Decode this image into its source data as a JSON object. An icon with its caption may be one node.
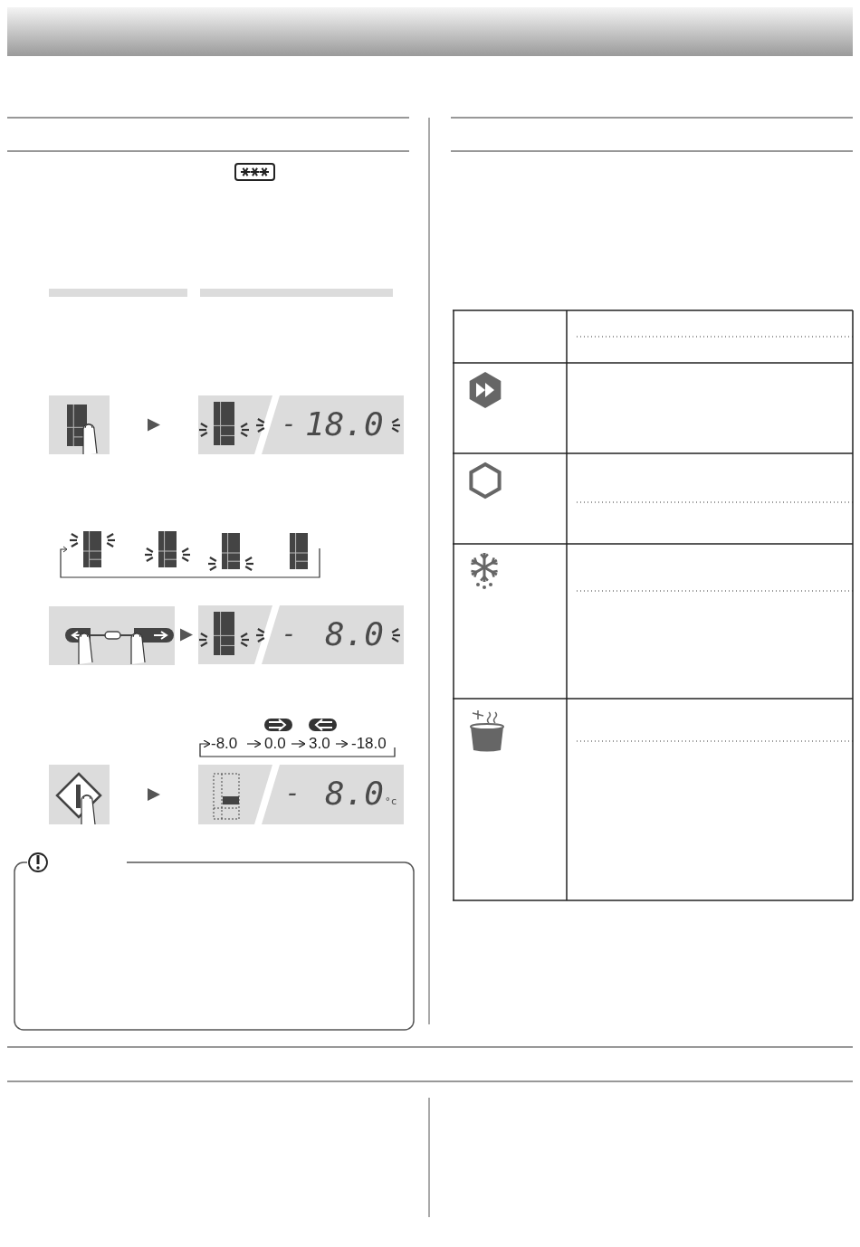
{
  "diagram": {
    "nodes": [
      {
        "text": [
          "-8.0"
        ]
      },
      {
        "text": [
          "0.0"
        ]
      },
      {
        "text": [
          "3.0"
        ]
      },
      {
        "text": [
          "-18.0"
        ]
      },
      {
        "text": [],
        "shape": "picture"
      },
      {
        "text": [
          "-",
          "18.0"
        ]
      },
      {
        "text": [],
        "shape": "picture"
      },
      {
        "text": [
          "-",
          "8.0"
        ]
      },
      {
        "text": [],
        "shape": "picture"
      },
      {
        "text": [
          "-",
          "8.0$_{°c}$"
        ]
      }
    ],
    "edges": [
      {
        "from": 0,
        "to": 1,
        "arrow": "to"
      },
      {
        "from": 1,
        "to": 2,
        "arrow": "to"
      },
      {
        "from": 2,
        "to": 3,
        "arrow": "to"
      },
      {
        "from": 3,
        "to": 0,
        "arrow": "to"
      },
      {
        "from": 4,
        "to": 5,
        "arrow": "to"
      },
      {
        "from": 6,
        "to": 7,
        "arrow": "to"
      },
      {
        "from": 8,
        "to": 9,
        "arrow": "to"
      }
    ]
  }
}
